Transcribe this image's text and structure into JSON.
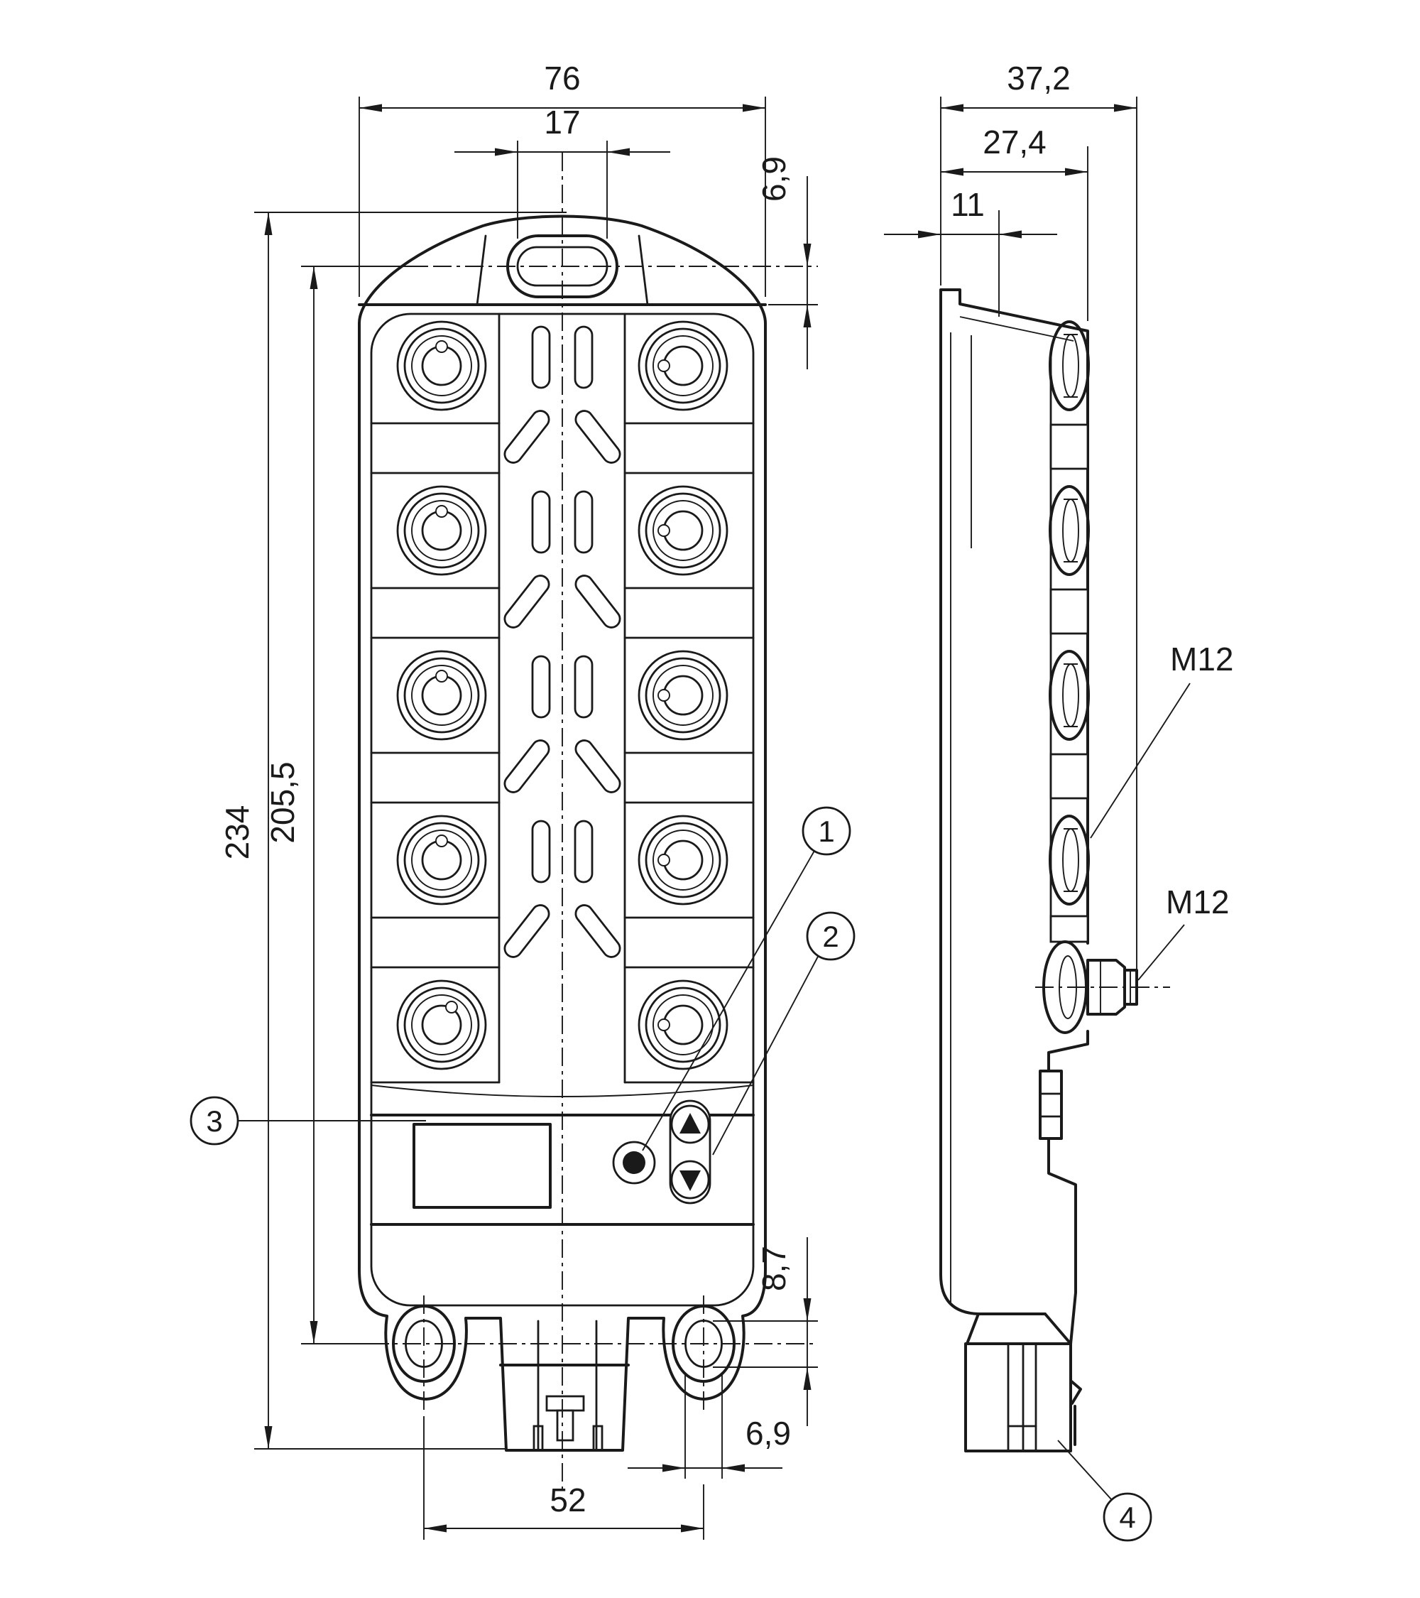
{
  "front_view": {
    "dimensions": {
      "overall_width": "76",
      "slot_width": "17",
      "slot_center_offset": "6,9",
      "overall_height": "234",
      "mounting_pitch_vertical": "205,5",
      "mounting_hole_height": "8,7",
      "mounting_hole_width": "6,9",
      "mounting_pitch_horizontal": "52"
    },
    "callouts": {
      "led": "1",
      "buttons": "2",
      "display": "3"
    }
  },
  "side_view": {
    "dimensions": {
      "overall_depth": "37,2",
      "body_depth": "27,4",
      "top_offset": "11"
    },
    "connector_labels": {
      "side_ports": "M12",
      "front_port": "M12"
    },
    "callouts": {
      "bottom_connector": "4"
    }
  }
}
